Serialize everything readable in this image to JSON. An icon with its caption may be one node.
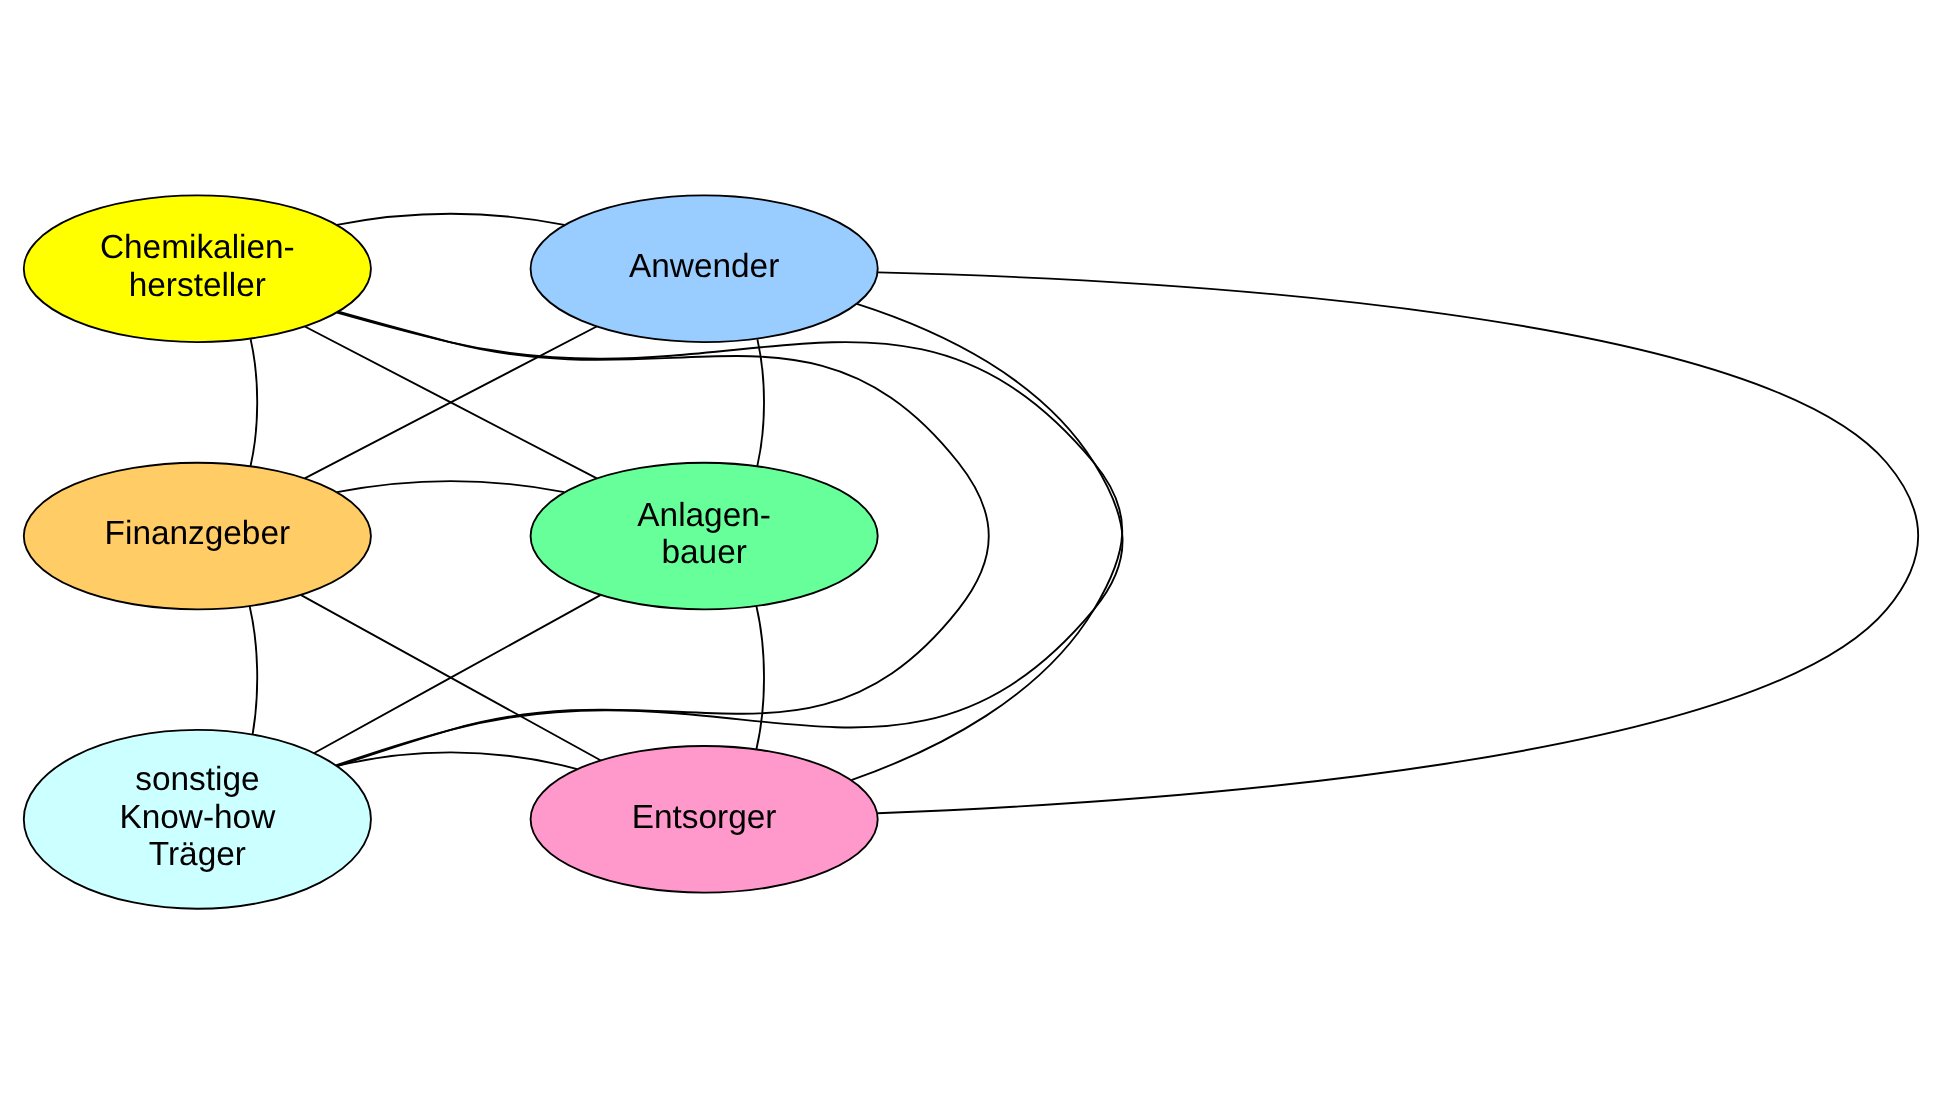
{
  "diagram": {
    "nodes": [
      {
        "text": [
          "Chemikalien- hersteller"
        ]
      },
      {
        "text": [
          "Anwender"
        ]
      },
      {
        "text": [
          "Finanzgeber"
        ]
      },
      {
        "text": [
          "Anlagen- bauer"
        ]
      },
      {
        "text": [
          "sonstige Know-how Träger"
        ]
      },
      {
        "text": [
          "Entsorger"
        ]
      }
    ],
    "edges": [
      {
        "from": 0,
        "to": 1,
        "arrow": "none"
      },
      {
        "from": 0,
        "to": 2,
        "arrow": "none"
      },
      {
        "from": 0,
        "to": 3,
        "arrow": "none"
      },
      {
        "from": 0,
        "to": 4,
        "arrow": "none"
      },
      {
        "from": 0,
        "to": 5,
        "arrow": "none"
      },
      {
        "from": 1,
        "to": 2,
        "arrow": "none"
      },
      {
        "from": 1,
        "to": 3,
        "arrow": "none"
      },
      {
        "from": 1,
        "to": 4,
        "arrow": "none"
      },
      {
        "from": 1,
        "to": 5,
        "arrow": "none"
      },
      {
        "from": 2,
        "to": 3,
        "arrow": "none"
      },
      {
        "from": 2,
        "to": 4,
        "arrow": "none"
      },
      {
        "from": 2,
        "to": 5,
        "arrow": "none"
      },
      {
        "from": 3,
        "to": 4,
        "arrow": "none"
      },
      {
        "from": 3,
        "to": 5,
        "arrow": "none"
      },
      {
        "from": 4,
        "to": 5,
        "arrow": "none"
      }
    ]
  }
}
